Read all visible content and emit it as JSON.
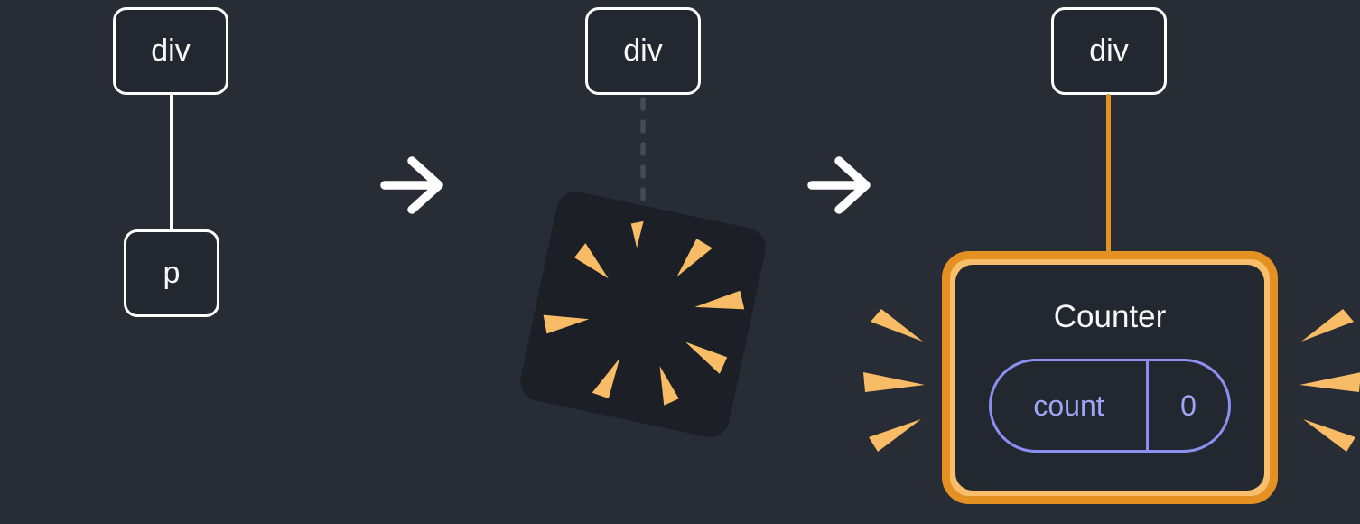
{
  "stages": [
    {
      "parent_label": "div",
      "child_label": "p"
    },
    {
      "parent_label": "div"
    },
    {
      "parent_label": "div",
      "component": {
        "title": "Counter",
        "state_label": "count",
        "state_value": "0"
      }
    }
  ],
  "icons": {
    "arrow": "right-arrow-icon",
    "burst": "destroyed-component-burst-icon",
    "spark": "emphasis-spark-icon"
  },
  "colors": {
    "background": "#282C34",
    "node_fill": "#23272F",
    "node_border": "#FFFFFF",
    "edge_white": "#FFFFFF",
    "edge_dashed": "#444B57",
    "burst_fill": "#1C2026",
    "spark": "#F8BC66",
    "accent_orange": "#E59022",
    "orange_ring": "#F8BE6C",
    "panel_fill": "#23272F",
    "purple": "#8B90F0",
    "purple_text": "#9FA5F6",
    "text_white": "#F6F7F9"
  }
}
